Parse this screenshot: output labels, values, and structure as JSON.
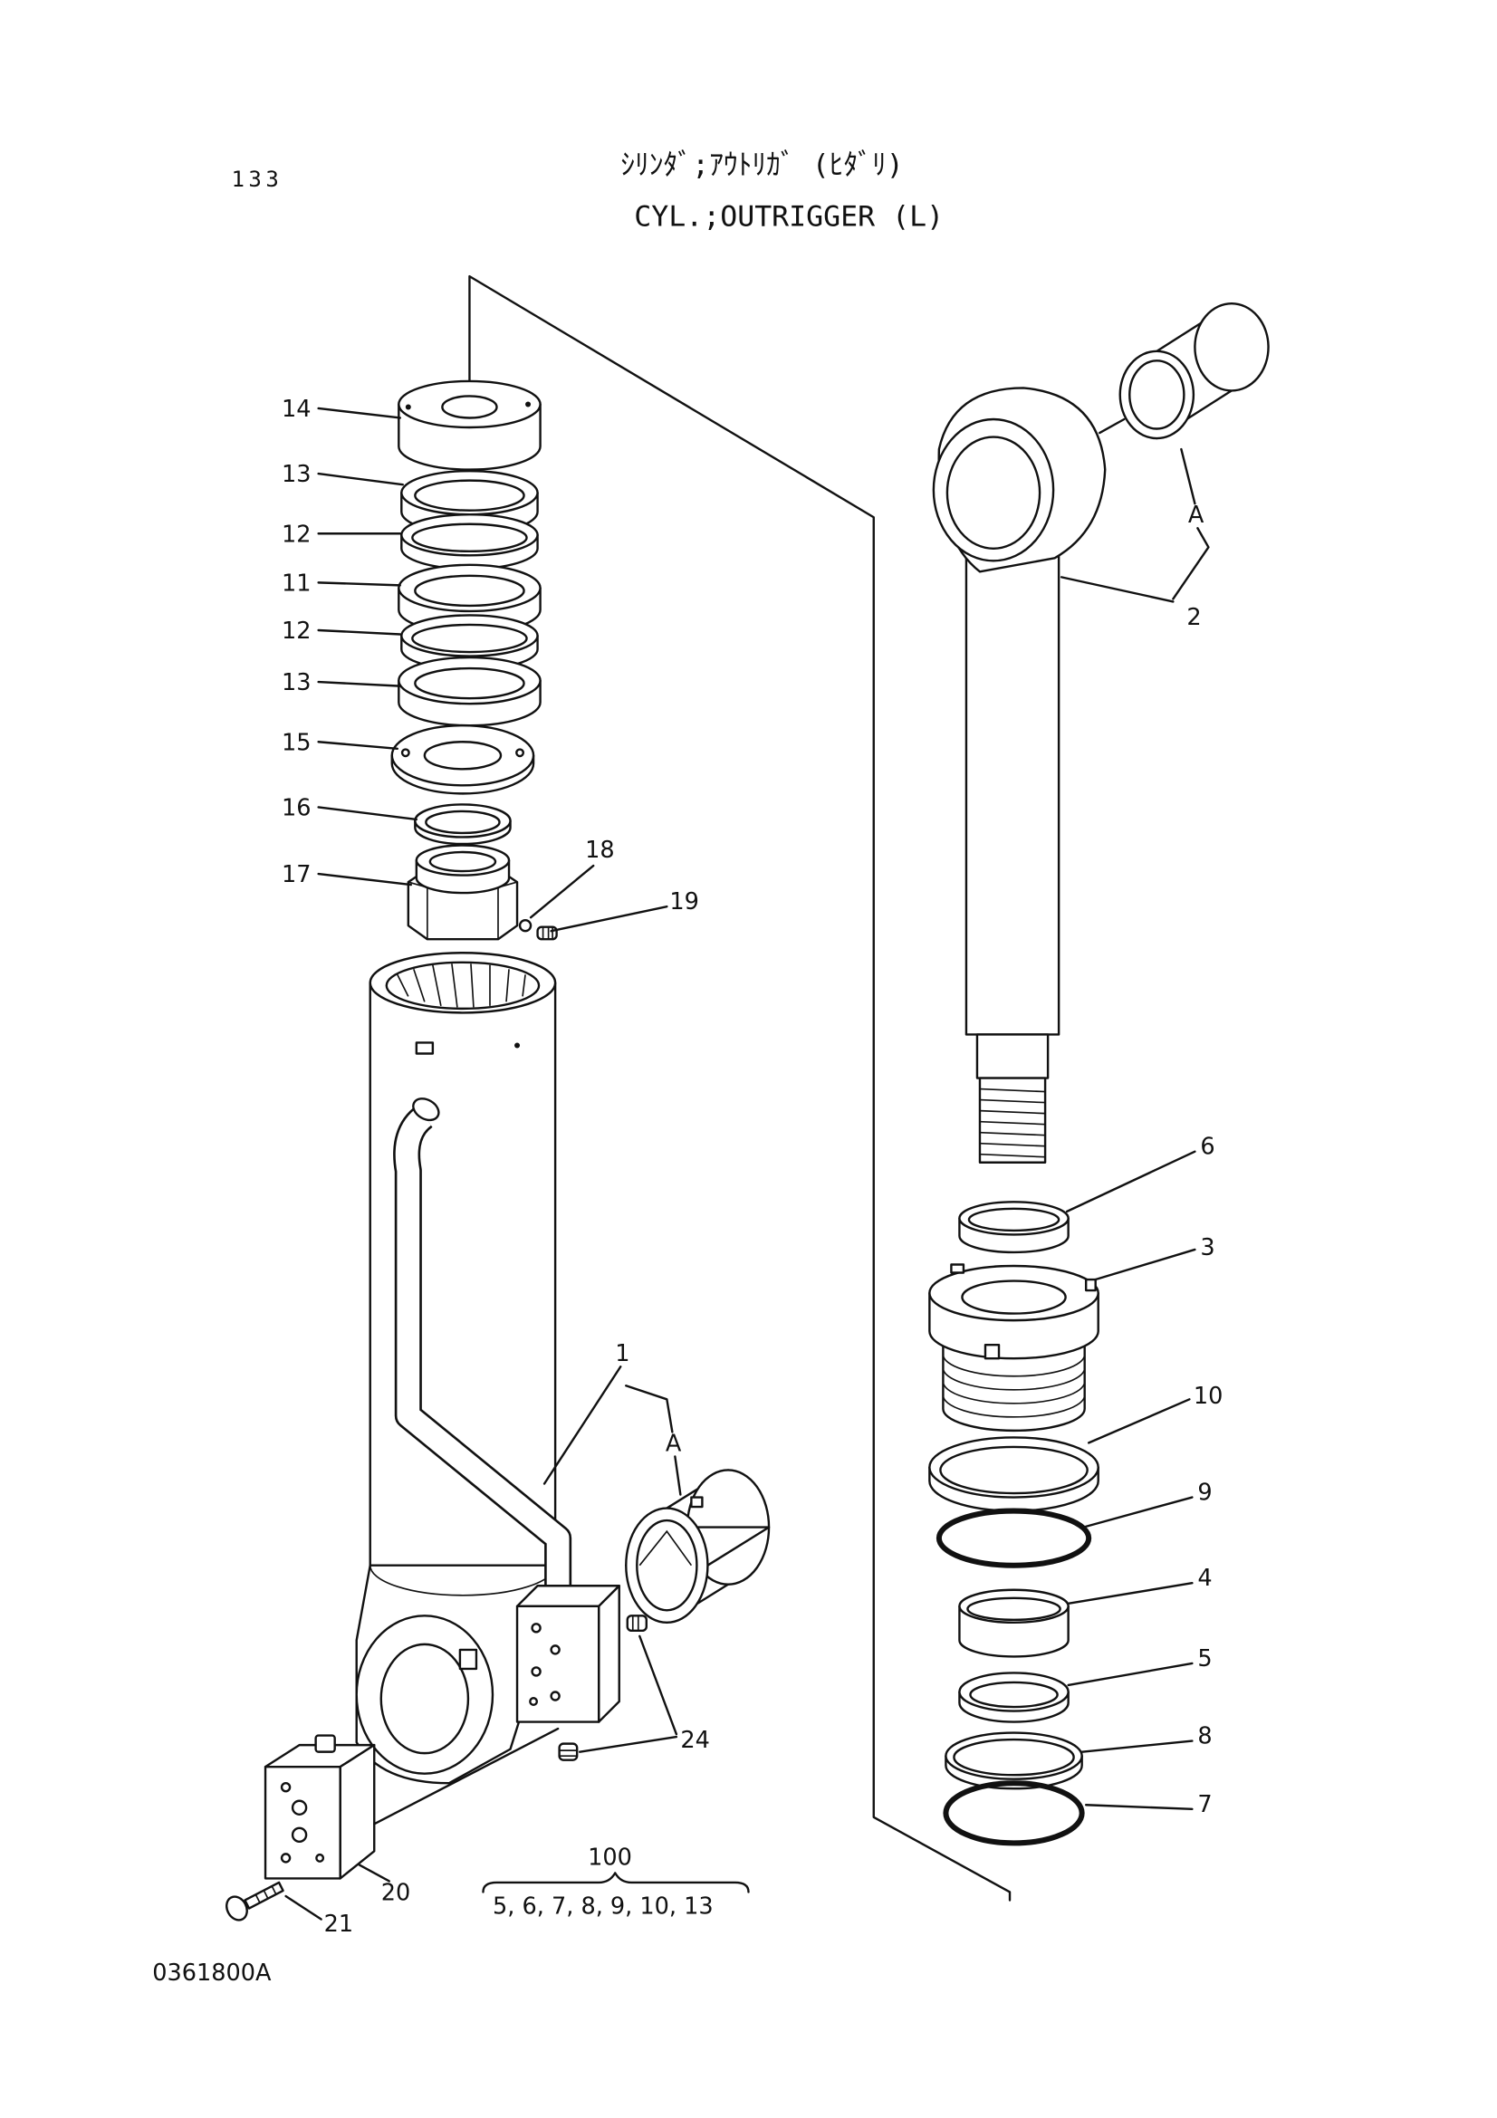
{
  "page": {
    "number": "133",
    "title_jp": "ｼﾘﾝﾀﾞ;ｱｳﾄﾘｶﾞ (ﾋﾀﾞﾘ)",
    "title_en": "CYL.;OUTRIGGER (L)",
    "drawing_code": "0361800A"
  },
  "labels": [
    "14",
    "13",
    "12",
    "11",
    "12",
    "13",
    "15",
    "16",
    "17",
    "18",
    "19",
    "1",
    "A",
    "24",
    "20",
    "21",
    "2",
    "A",
    "6",
    "3",
    "10",
    "9",
    "4",
    "5",
    "8",
    "7"
  ],
  "kit": {
    "number": "100",
    "contents": "5, 6, 7, 8, 9, 10, 13"
  }
}
